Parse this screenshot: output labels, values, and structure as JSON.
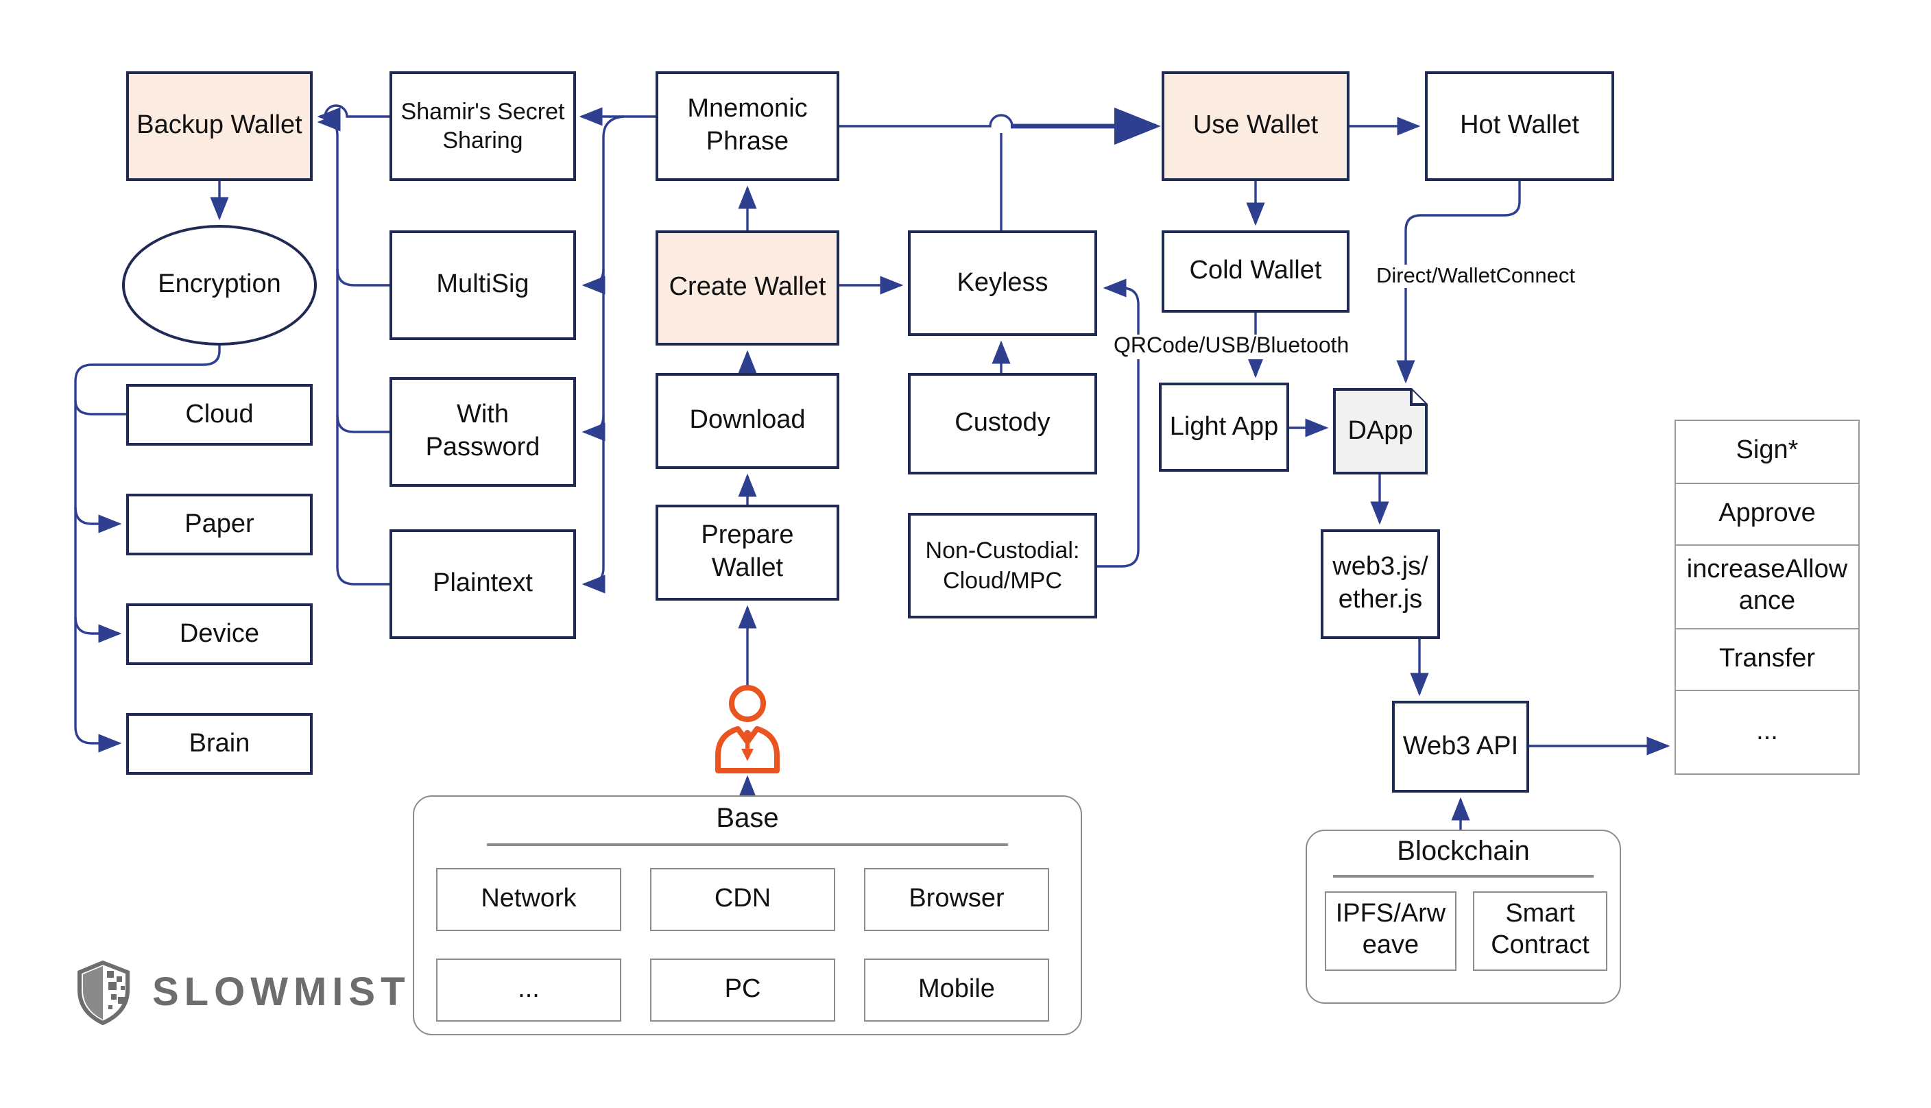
{
  "diagram": {
    "nodes": {
      "backup_wallet": "Backup Wallet",
      "shamir": "Shamir's Secret Sharing",
      "mnemonic": "Mnemonic Phrase",
      "use_wallet": "Use Wallet",
      "hot_wallet": "Hot Wallet",
      "encryption": "Encryption",
      "multisig": "MultiSig",
      "create_wallet": "Create Wallet",
      "keyless": "Keyless",
      "cold_wallet": "Cold Wallet",
      "cloud": "Cloud",
      "paper": "Paper",
      "device": "Device",
      "brain": "Brain",
      "with_password": "With Password",
      "download": "Download",
      "custody": "Custody",
      "light_app": "Light App",
      "dapp": "DApp",
      "plaintext": "Plaintext",
      "prepare_wallet": "Prepare Wallet",
      "non_custodial": "Non-Custodial: Cloud/MPC",
      "web3js": "web3.js/ether.js",
      "web3_api": "Web3 API"
    },
    "edge_labels": {
      "cold_to_light": "QRCode/USB/Bluetooth",
      "hot_to_dapp": "Direct/WalletConnect"
    },
    "web3_actions": [
      "Sign*",
      "Approve",
      "increaseAllowance",
      "Transfer",
      "..."
    ],
    "base": {
      "title": "Base",
      "items": [
        "Network",
        "CDN",
        "Browser",
        "...",
        "PC",
        "Mobile"
      ]
    },
    "blockchain": {
      "title": "Blockchain",
      "items": [
        "IPFS/Arweave",
        "Smart Contract"
      ]
    },
    "logo": "SLOWMIST",
    "colors": {
      "accent_peach": "#fcebe0",
      "line_navy": "#2f3f8f",
      "border_navy": "#1f2a55",
      "person_orange": "#ea5420"
    }
  }
}
